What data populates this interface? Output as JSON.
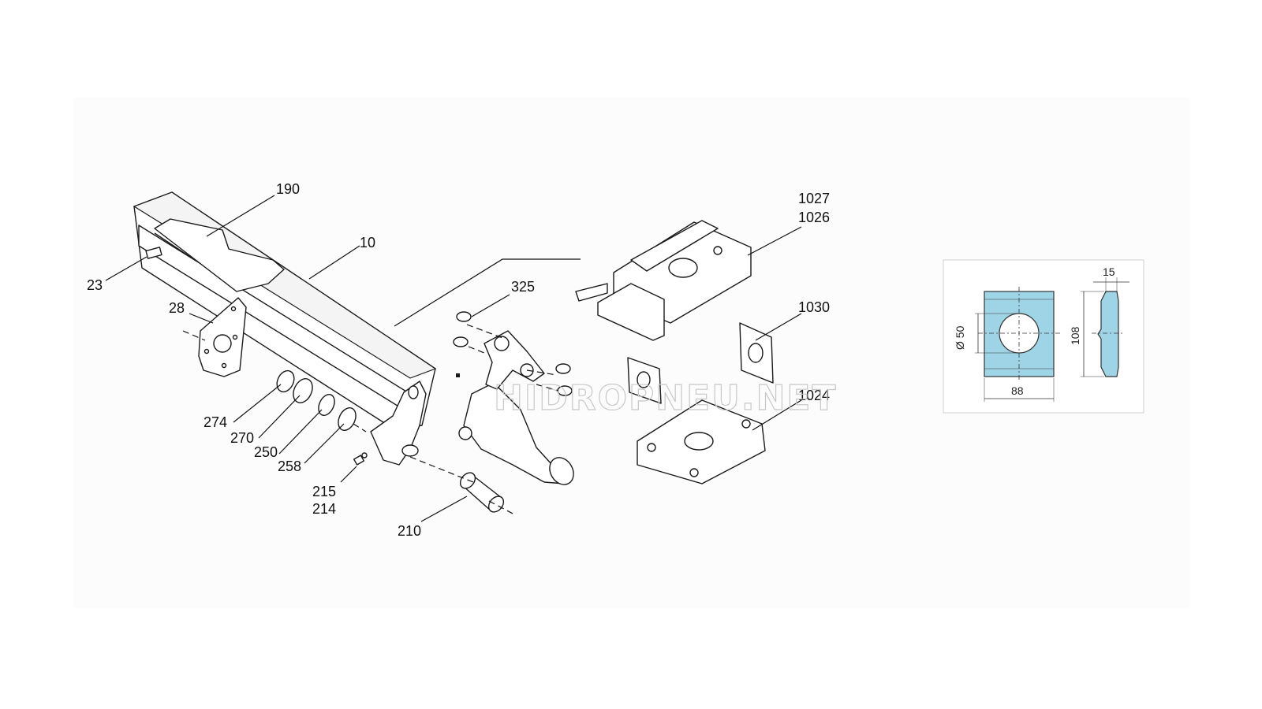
{
  "callouts": {
    "c190": "190",
    "c10": "10",
    "c23": "23",
    "c28": "28",
    "c325": "325",
    "c1027": "1027",
    "c1026": "1026",
    "c1030": "1030",
    "c1024": "1024",
    "c274": "274",
    "c270": "270",
    "c250": "250",
    "c258": "258",
    "c215": "215",
    "c214": "214",
    "c210": "210"
  },
  "watermark": "HIDROPNEU.NET",
  "detail": {
    "dim_width": "88",
    "dim_height": "108",
    "dim_hole": "Ø 50",
    "dim_thickness": "15",
    "fill_color": "#9fd4e6"
  }
}
